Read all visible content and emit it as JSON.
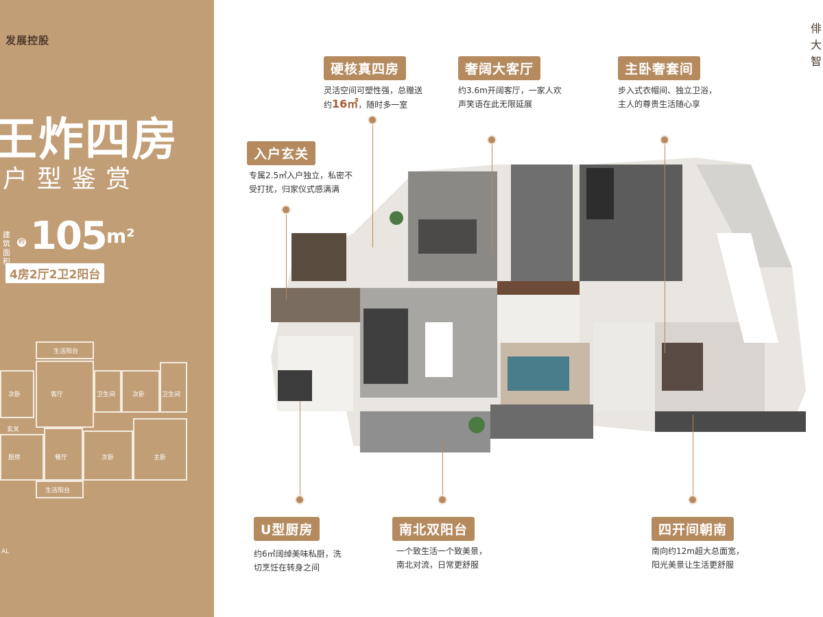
{
  "left": {
    "company": "发展控股",
    "hero_title": "王炸四房",
    "subtitle": "户型鉴赏",
    "area_label": "建筑面积",
    "area_prefix": "约",
    "area_value": "105",
    "area_unit": "m²",
    "layout": "4房2厅2卫2阳台",
    "floorplan_rooms": [
      "生活阳台",
      "次卧",
      "客厅",
      "卫生间",
      "次卧",
      "卫生间",
      "玄关",
      "厨房",
      "餐厅",
      "次卧",
      "主卧",
      "生活阳台"
    ],
    "footer": "AL"
  },
  "callouts": [
    {
      "title": "硬核真四房",
      "desc1": "灵活空间可塑性强，总赠送",
      "desc2_pre": "约",
      "desc2_hl": "16㎡",
      "desc2_post": "，随时多一室"
    },
    {
      "title": "奢阔大客厅",
      "desc1": "约3.6m开阔客厅，一家人欢",
      "desc2": "声笑语在此无限延展"
    },
    {
      "title": "主卧奢套间",
      "desc1": "步入式衣帽间、独立卫浴，",
      "desc2": "主人的尊贵生活随心享"
    },
    {
      "title": "入户玄关",
      "desc1": "专属2.5㎡入户独立，私密不",
      "desc2": "受打扰，归家仪式感满满"
    },
    {
      "title": "U型厨房",
      "desc1": "约6㎡阔绰美味私厨，洗",
      "desc2": "切烹饪在转身之间"
    },
    {
      "title": "南北双阳台",
      "desc1": "一个致生活一个致美景，",
      "desc2": "南北对流，日常更舒服"
    },
    {
      "title": "四开间朝南",
      "desc1": "南向约12m超大总面宽，",
      "desc2": "阳光美景让生活更舒服"
    }
  ],
  "right_edge": "俳大智"
}
